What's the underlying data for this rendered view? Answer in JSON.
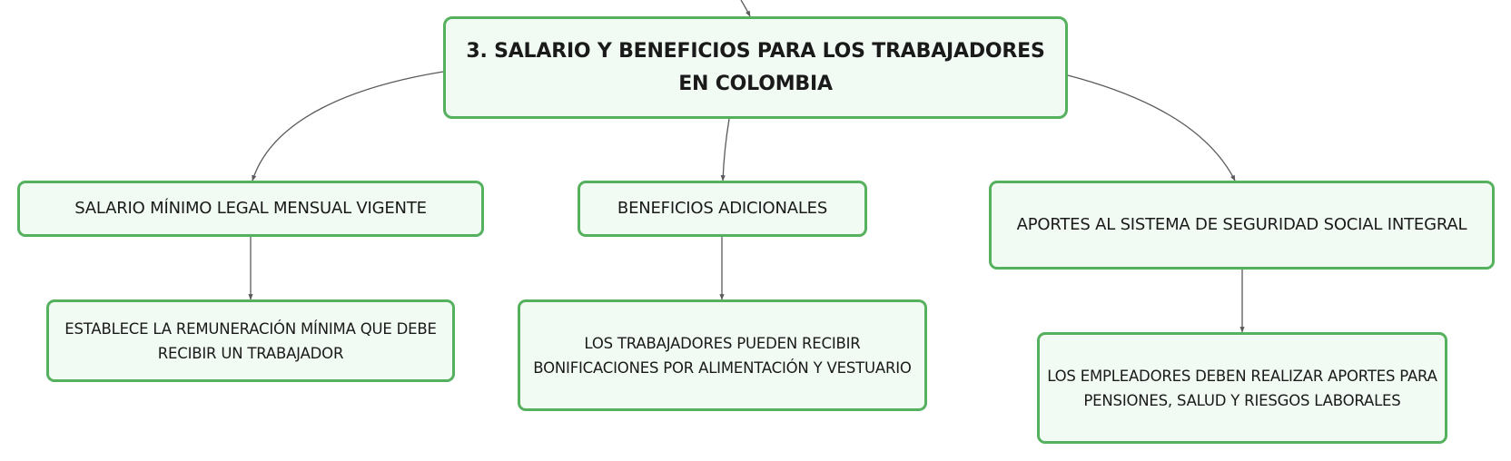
{
  "mindmap": {
    "root": {
      "label": "3. SALARIO Y BENEFICIOS PARA LOS TRABAJADORES EN COLOMBIA"
    },
    "branches": [
      {
        "label": "SALARIO MÍNIMO LEGAL MENSUAL VIGENTE",
        "child": "ESTABLECE LA REMUNERACIÓN MÍNIMA QUE DEBE RECIBIR UN TRABAJADOR"
      },
      {
        "label": "BENEFICIOS ADICIONALES",
        "child": "LOS TRABAJADORES PUEDEN RECIBIR BONIFICACIONES POR ALIMENTACIÓN Y VESTUARIO"
      },
      {
        "label": "APORTES AL SISTEMA DE SEGURIDAD SOCIAL INTEGRAL",
        "child": "LOS EMPLEADORES DEBEN REALIZAR APORTES PARA PENSIONES, SALUD Y RIESGOS LABORALES"
      }
    ]
  },
  "colors": {
    "node_border": "#55b15e",
    "node_fill": "#f1faf3",
    "connector": "#5a5a5a",
    "text": "#1a1a1a"
  }
}
